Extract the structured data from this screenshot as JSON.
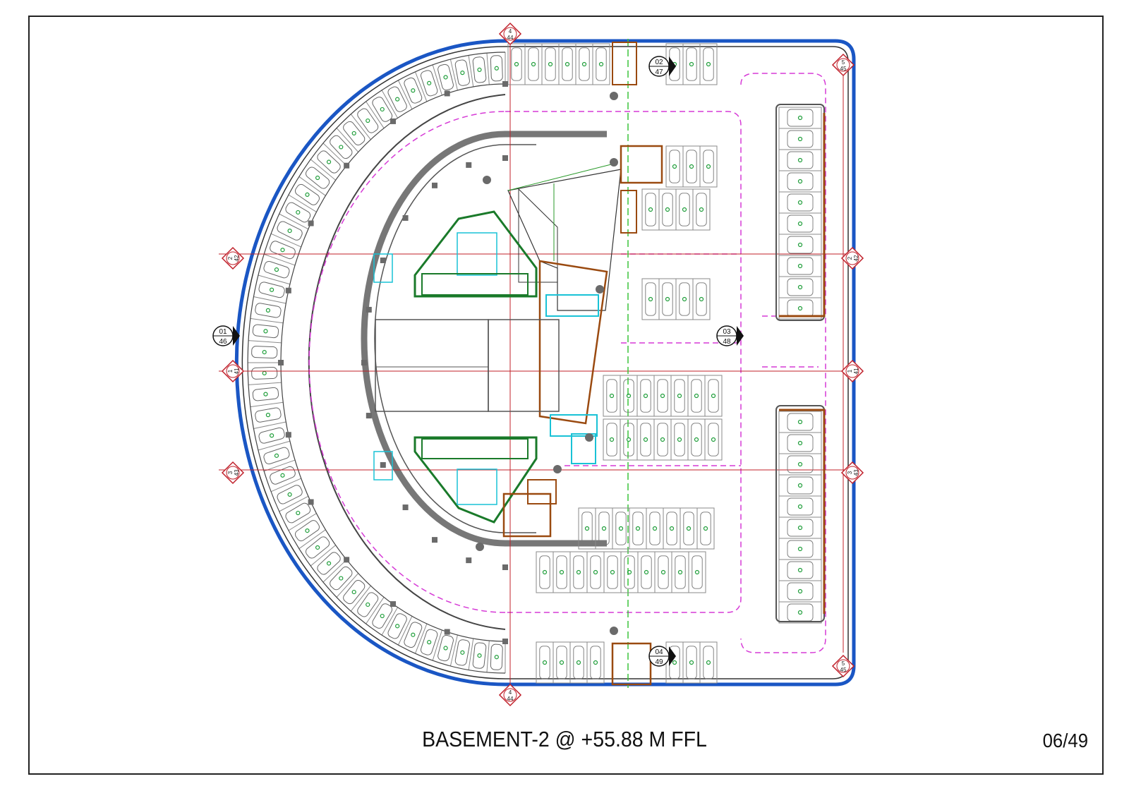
{
  "sheet": {
    "title": "BASEMENT-2 @ +55.88 M FFL",
    "number": "06/49"
  },
  "colors": {
    "boundary": "#1a56c4",
    "wall": "#777777",
    "wall_dark": "#444444",
    "stall": "#8a8a8a",
    "car_marker": "#1f9e3a",
    "drive_path": "#d63ad6",
    "grid_line": "#c0202a",
    "core_green": "#1a7a2a",
    "cyan": "#19c2d6",
    "brown": "#9a4a10",
    "center_line": "#3ac43a"
  },
  "grid_tags": [
    {
      "id": "tag-4-44-top",
      "top": "4",
      "bottom": "44"
    },
    {
      "id": "tag-4-44-bottom",
      "top": "4",
      "bottom": "44"
    },
    {
      "id": "tag-5-45-top",
      "top": "5",
      "bottom": "45"
    },
    {
      "id": "tag-5-45-bottom",
      "top": "5",
      "bottom": "45"
    },
    {
      "id": "tag-2-42-left",
      "top": "2",
      "bottom": "42"
    },
    {
      "id": "tag-1-41-left",
      "top": "1",
      "bottom": "41"
    },
    {
      "id": "tag-3-43-left",
      "top": "3",
      "bottom": "43"
    },
    {
      "id": "tag-2-42-right",
      "top": "2",
      "bottom": "42"
    },
    {
      "id": "tag-1-41-right",
      "top": "1",
      "bottom": "41"
    },
    {
      "id": "tag-3-43-right",
      "top": "3",
      "bottom": "43"
    }
  ],
  "section_markers": [
    {
      "id": "section-01",
      "top": "01",
      "bottom": "46"
    },
    {
      "id": "section-02",
      "top": "02",
      "bottom": "47"
    },
    {
      "id": "section-03",
      "top": "03",
      "bottom": "48"
    },
    {
      "id": "section-04",
      "top": "04",
      "bottom": "49"
    }
  ]
}
